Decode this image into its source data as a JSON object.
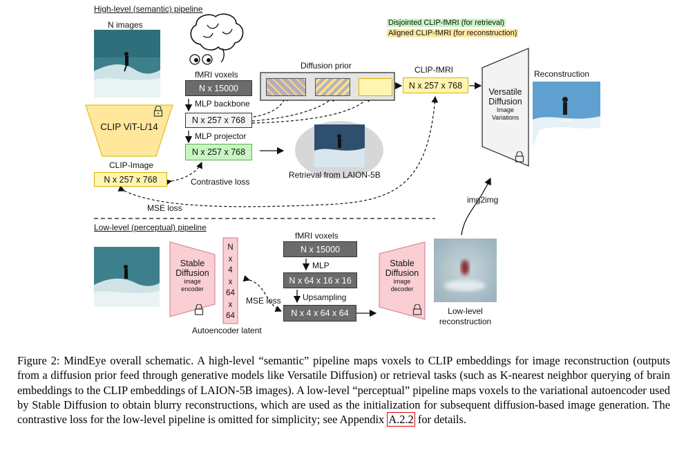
{
  "figure": {
    "high_level_title": "High-level (semantic) pipeline",
    "low_level_title": "Low-level (perceptual) pipeline",
    "legend": {
      "green_label": "Disjointed CLIP-fMRI (for retrieval)",
      "yellow_label": "Aligned CLIP-fMRI (for reconstruction)"
    },
    "n_images_label": "N images",
    "clip_vit_label": "CLIP ViT-L/14",
    "clip_image_label": "CLIP-Image",
    "clip_image_box": "N x 257 x 768",
    "contrastive_loss": "Contrastive loss",
    "mse_loss_top": "MSE loss",
    "fmri_voxels_label": "fMRI voxels",
    "fmri_box": "N x 15000",
    "mlp_backbone_label": "MLP backbone",
    "backbone_box": "N x 257 x 768",
    "mlp_projector_label": "MLP projector",
    "projector_box": "N x 257 x 768",
    "diffusion_prior_label": "Diffusion prior",
    "clip_fmri_label": "CLIP-fMRI",
    "clip_fmri_box": "N x 257 x 768",
    "retrieval_label": "Retrieval from LAION-5B",
    "vd_line1": "Versatile",
    "vd_line2": "Diffusion",
    "vd_line3": "Image",
    "vd_line4": "Variations",
    "reconstruction_label": "Reconstruction",
    "img2img_label": "img2img",
    "sd_encoder": {
      "line1": "Stable",
      "line2": "Diffusion",
      "line3": "image",
      "line4": "encoder"
    },
    "latent_letters": [
      "N",
      "x",
      "4",
      "x",
      "64",
      "x",
      "64"
    ],
    "autoencoder_latent_label": "Autoencoder latent",
    "ll_fmri_label": "fMRI voxels",
    "ll_fmri_box": "N x 15000",
    "mlp_label": "MLP",
    "ll_mid_box": "N x 64 x 16 x 16",
    "upsampling_label": "Upsampling",
    "ll_out_box": "N x 4 x 64 x 64",
    "mse_loss_bottom": "MSE loss",
    "sd_decoder": {
      "line1": "Stable",
      "line2": "Diffusion",
      "line3": "image",
      "line4": "decoder"
    },
    "low_level_recon_line1": "Low-level",
    "low_level_recon_line2": "reconstruction",
    "icons": [
      "brain-icon",
      "eyes-icon",
      "lock-icon",
      "surfer-photo"
    ]
  },
  "caption": {
    "text": "Figure 2: MindEye overall schematic. A high-level “semantic” pipeline maps voxels to CLIP embeddings for image reconstruction (outputs from a diffusion prior feed through generative models like Versatile Diffusion) or retrieval tasks (such as K-nearest neighbor querying of brain embeddings to the CLIP embeddings of LAION-5B images). A low-level “perceptual” pipeline maps voxels to the variational autoencoder used by Stable Diffusion to obtain blurry reconstructions, which are used as the initialization for subsequent diffusion-based image generation. The contrastive loss for the low-level pipeline is omitted for simplicity; see Appendix ",
    "ref": "A.2.2",
    "tail": " for details."
  }
}
